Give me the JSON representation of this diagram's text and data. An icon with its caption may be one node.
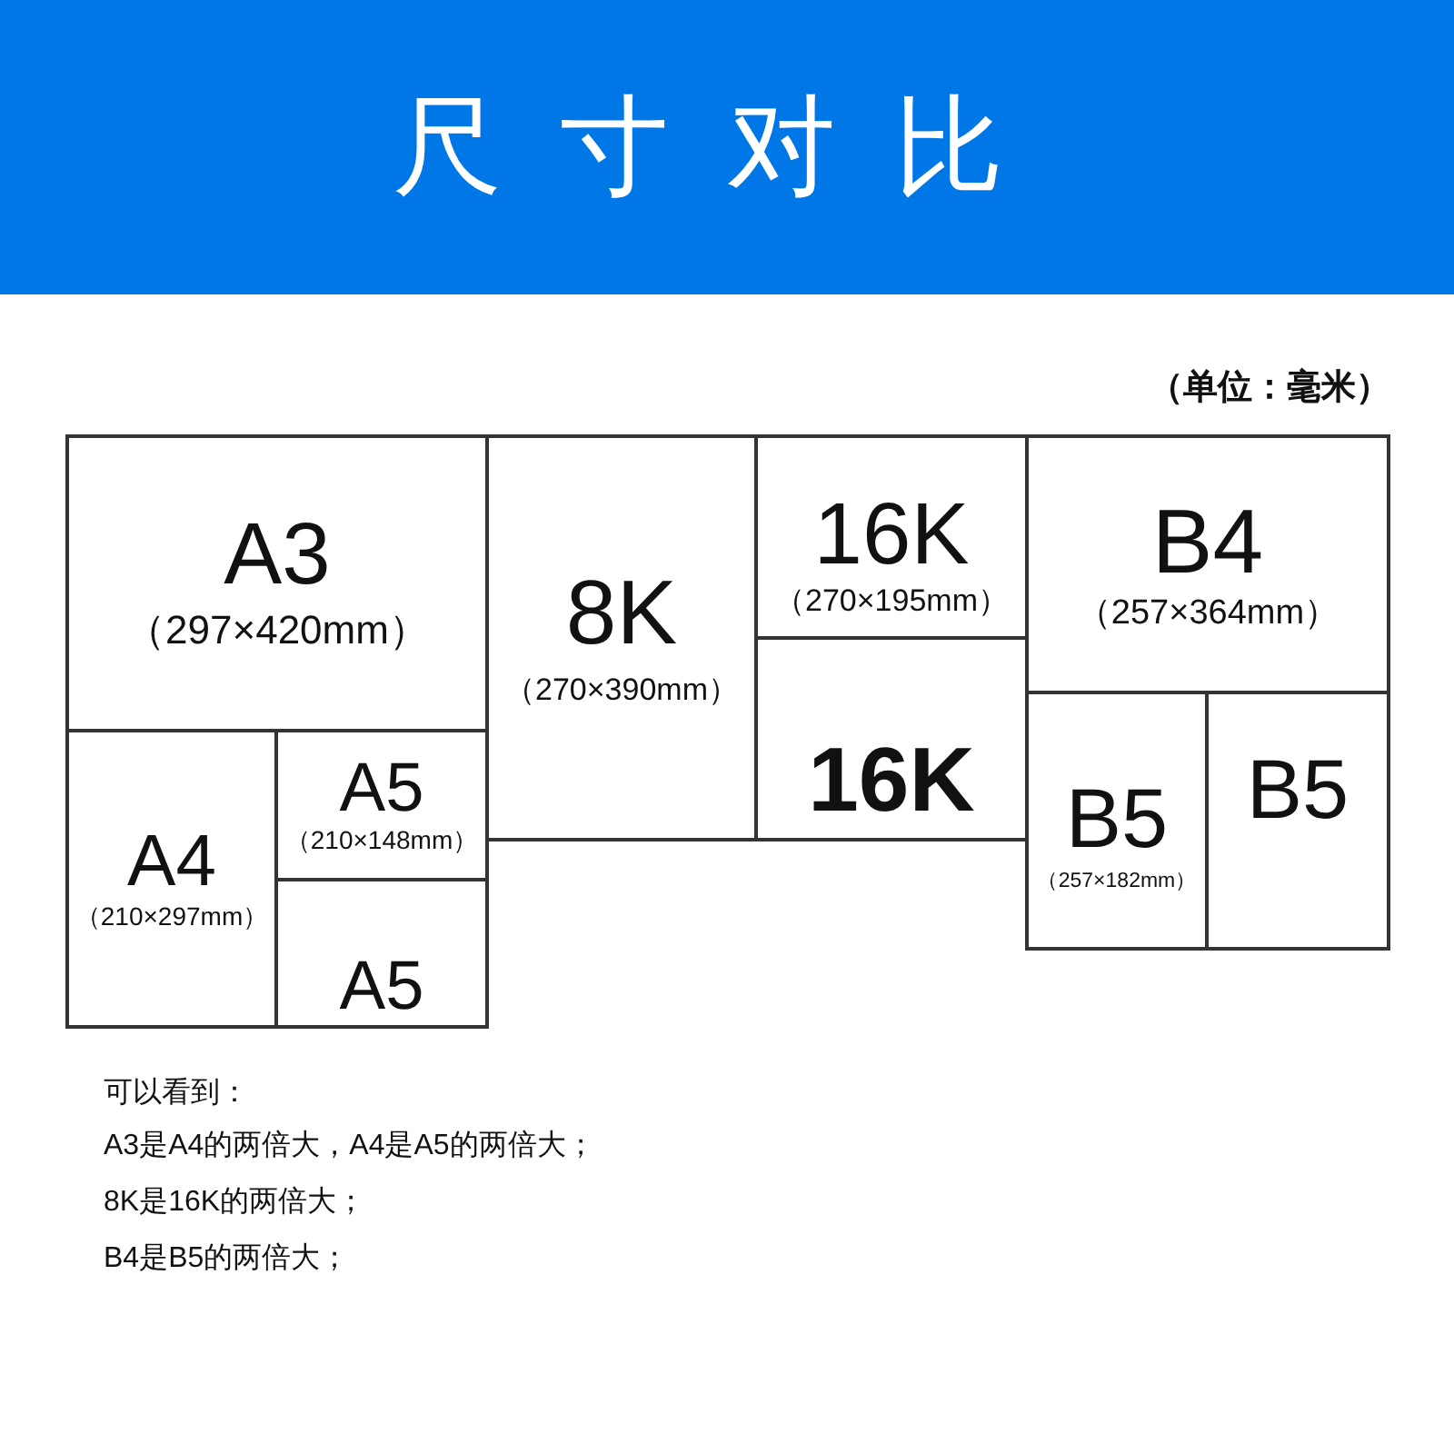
{
  "diagram": {
    "title": "尺寸对比",
    "nodes": [
      {
        "text": [
          "A3",
          "（297×420mm）"
        ]
      },
      {
        "text": [
          "A4",
          "（210×297mm）"
        ]
      },
      {
        "text": [
          "A5",
          "（210×148mm）"
        ]
      },
      {
        "text": [
          "A5"
        ]
      },
      {
        "text": [
          "8K",
          "（270×390mm）"
        ]
      },
      {
        "text": [
          "16K",
          "（270×195mm）"
        ]
      },
      {
        "text": [
          "16K"
        ]
      },
      {
        "text": [
          "B4",
          "（257×364mm）"
        ]
      },
      {
        "text": [
          "B5",
          "（257×182mm）"
        ]
      },
      {
        "text": [
          "B5"
        ]
      }
    ],
    "labels": [
      "（单位：毫米）",
      "可以看到：",
      "A3是A4的两倍大，A4是A5的两倍大；",
      "8K是16K的两倍大；",
      "B4是B5的两倍大；"
    ]
  }
}
